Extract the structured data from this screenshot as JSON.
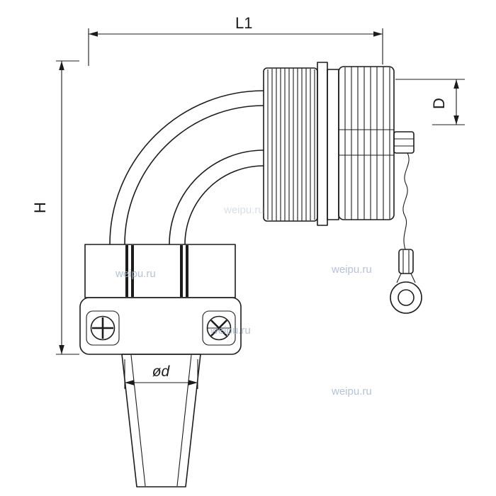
{
  "diagram": {
    "watermark": "weipu.ru",
    "dimension_labels": {
      "length_top": "L1",
      "height_left": "H",
      "diameter_right": "D",
      "cable_diameter": "ød"
    },
    "colors": {
      "line": "#1c1c1c",
      "watermark": "#a9b7cf",
      "background": "#ffffff"
    }
  }
}
